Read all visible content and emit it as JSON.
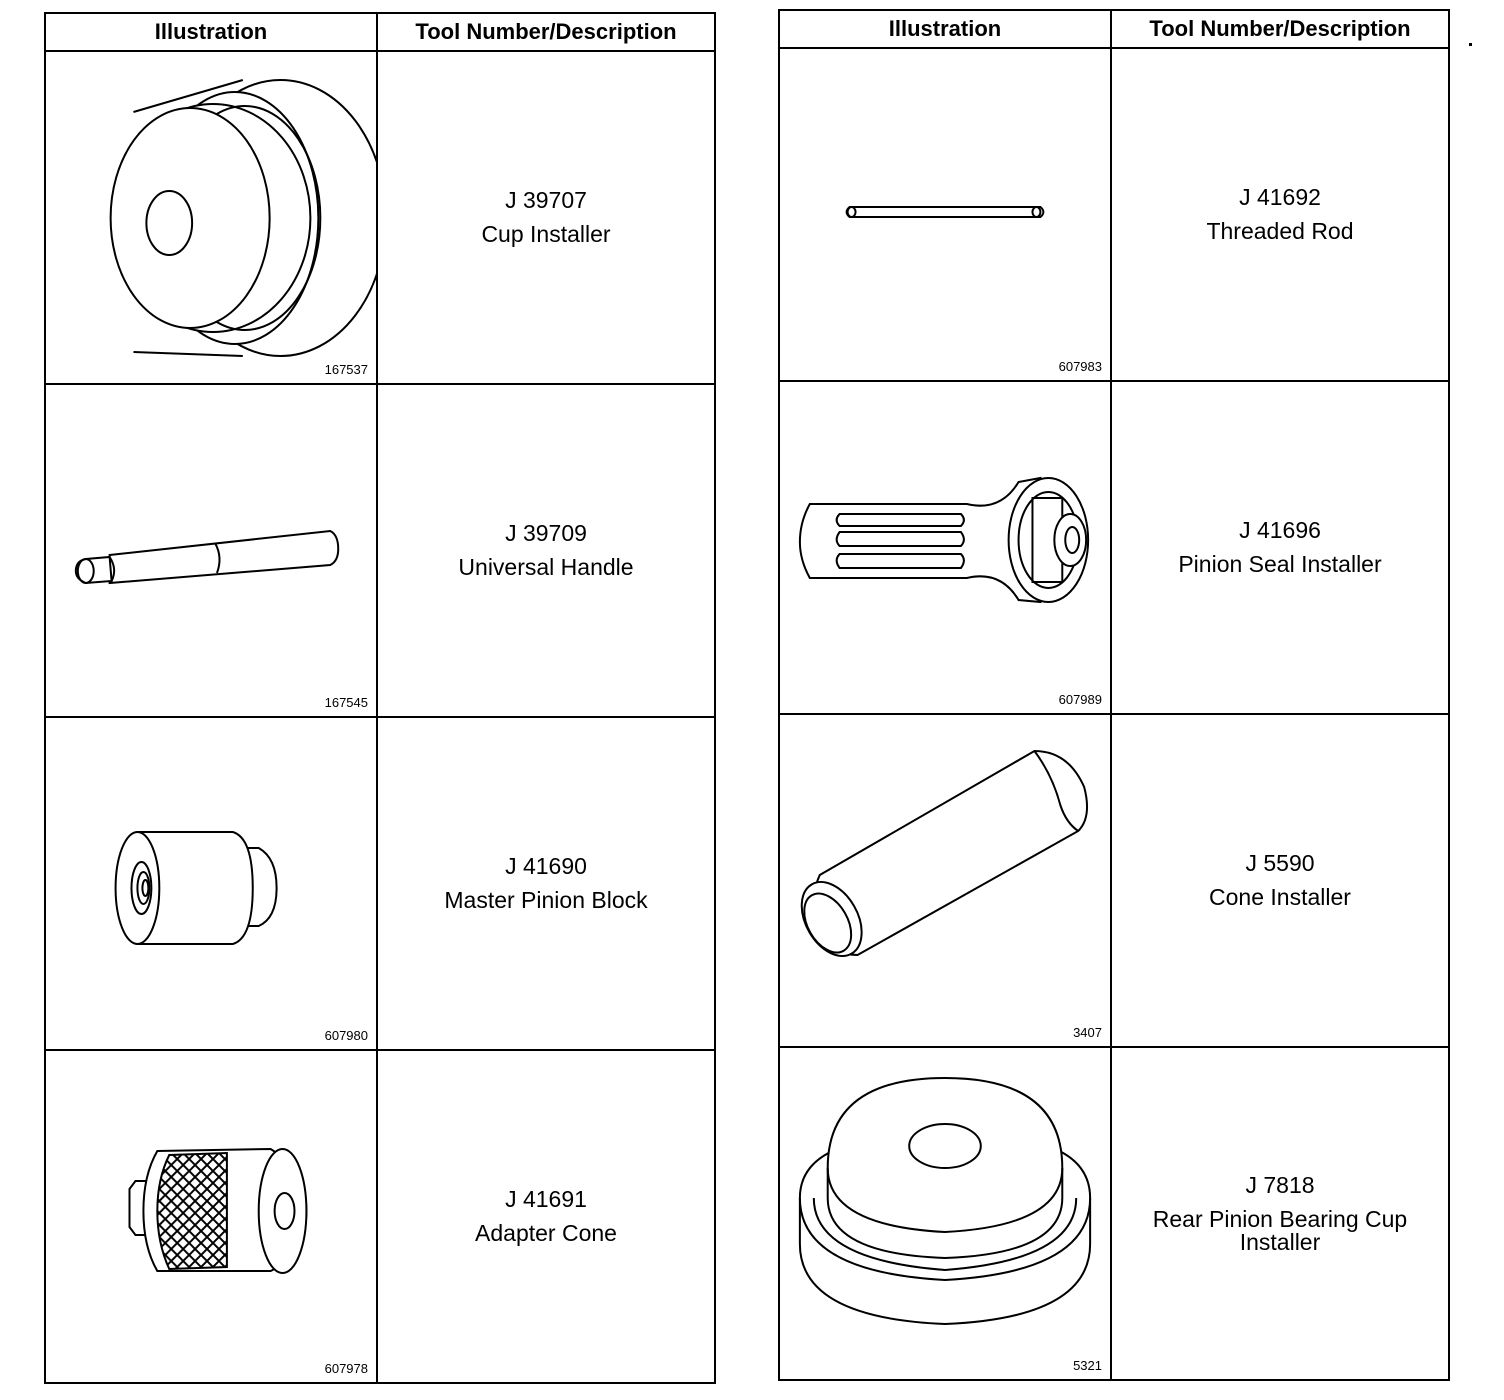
{
  "tables": [
    {
      "headers": {
        "illustration": "Illustration",
        "tool": "Tool Number/Description"
      },
      "rows": [
        {
          "figure_number": "167537",
          "tool_number": "J 39707",
          "description": "Cup Installer",
          "icon": "cup-installer-icon"
        },
        {
          "figure_number": "167545",
          "tool_number": "J 39709",
          "description": "Universal Handle",
          "icon": "universal-handle-icon"
        },
        {
          "figure_number": "607980",
          "tool_number": "J 41690",
          "description": "Master Pinion Block",
          "icon": "master-pinion-block-icon"
        },
        {
          "figure_number": "607978",
          "tool_number": "J 41691",
          "description": "Adapter Cone",
          "icon": "adapter-cone-icon"
        }
      ]
    },
    {
      "headers": {
        "illustration": "Illustration",
        "tool": "Tool Number/Description"
      },
      "rows": [
        {
          "figure_number": "607983",
          "tool_number": "J 41692",
          "description": "Threaded Rod",
          "icon": "threaded-rod-icon"
        },
        {
          "figure_number": "607989",
          "tool_number": "J 41696",
          "description": "Pinion Seal Installer",
          "icon": "pinion-seal-installer-icon"
        },
        {
          "figure_number": "3407",
          "tool_number": "J 5590",
          "description": "Cone Installer",
          "icon": "cone-installer-icon"
        },
        {
          "figure_number": "5321",
          "tool_number": "J 7818",
          "description": "Rear Pinion Bearing Cup Installer",
          "icon": "rear-pinion-bearing-cup-installer-icon"
        }
      ]
    }
  ]
}
